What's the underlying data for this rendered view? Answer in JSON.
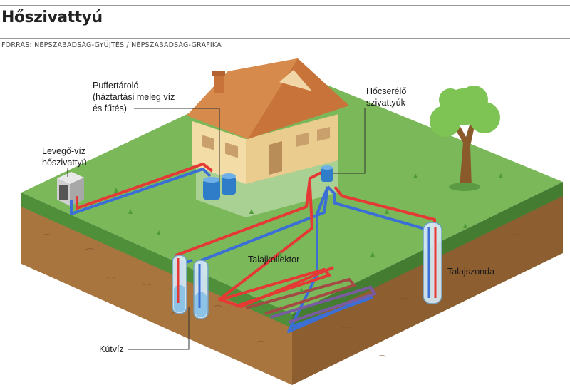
{
  "header": {
    "title": "Hőszivattyú",
    "source": "FORRÁS: NÉPSZABADSÁG-GYŰJTÉS / NÉPSZABADSÁG-GRAFIKA"
  },
  "labels": {
    "puffer_line1": "Puffertároló",
    "puffer_line2": "(háztartási meleg víz",
    "puffer_line3": "és fűtés)",
    "levego_line1": "Levegő-víz",
    "levego_line2": "hőszivattyú",
    "hocserelo_line1": "Hőcserélő",
    "hocserelo_line2": "szivattyúk",
    "talajkollektor": "Talajkollektor",
    "talajszonda": "Talajszonda",
    "kutviz": "Kútvíz"
  },
  "colors": {
    "grass": "#6aa84f",
    "soil_front": "#a8753f",
    "soil_side": "#8c5e30",
    "hot_pipe": "#e53935",
    "cold_pipe": "#3b6fd6",
    "roof": "#c8733a",
    "wall": "#f3dca6",
    "tank": "#2f7cc9"
  }
}
